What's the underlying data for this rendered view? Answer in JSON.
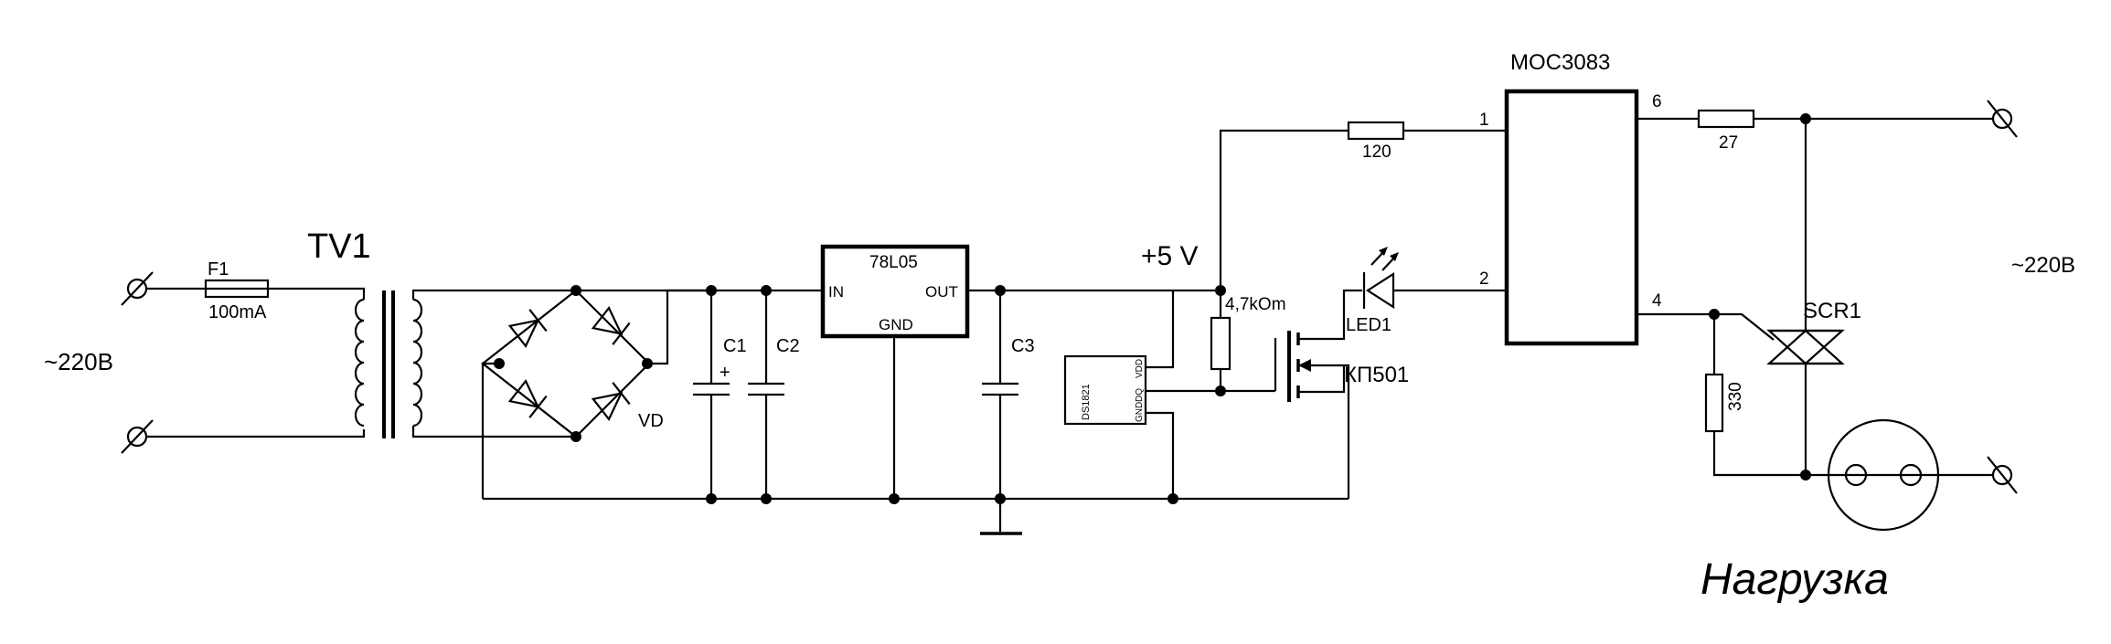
{
  "labels": {
    "transformer": "TV1",
    "mains_in": "~220B",
    "mains_out": "~220B",
    "fuse": "F1",
    "fuse_rating": "100mA",
    "bridge": "VD",
    "c1": "C1",
    "c1_polarity": "+",
    "c2": "C2",
    "c3": "C3",
    "regulator": "78L05",
    "reg_in": "IN",
    "reg_out": "OUT",
    "reg_gnd": "GND",
    "rail": "+5 V",
    "r_pullup": "4,7kOm",
    "sensor": "DS1821",
    "sensor_vdd": "VDD",
    "sensor_gnd": "GND",
    "sensor_dq": "DQ",
    "r_led": "120",
    "led": "LED1",
    "mosfet": "КП501",
    "optocoupler": "MOC3083",
    "pin1": "1",
    "pin2": "2",
    "pin4": "4",
    "pin6": "6",
    "r_gate": "27",
    "r_shunt": "330",
    "triac": "SCR1",
    "load": "Нагрузка"
  }
}
